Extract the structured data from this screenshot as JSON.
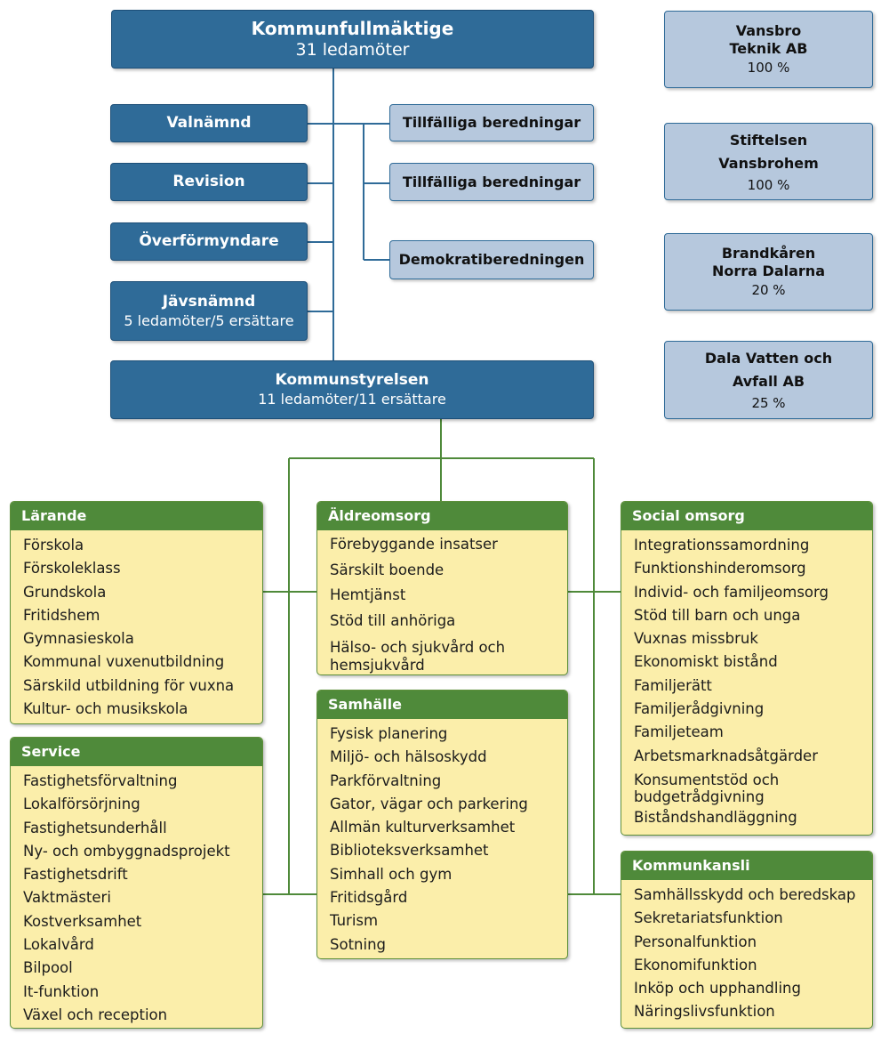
{
  "council": {
    "title": "Kommunfullmäktige",
    "sub": "31 ledamöter"
  },
  "left_boxes": [
    {
      "title": "Valnämnd"
    },
    {
      "title": "Revision"
    },
    {
      "title": "Överförmyndare"
    },
    {
      "title": "Jävsnämnd",
      "sub": "5 ledamöter/5 ersättare"
    }
  ],
  "right_boxes": [
    {
      "title": "Tillfälliga beredningar"
    },
    {
      "title": "Tillfälliga beredningar"
    },
    {
      "title": "Demokratiberedningen"
    }
  ],
  "companies": [
    {
      "line1": "Vansbro",
      "line2": "Teknik AB",
      "pct": "100 %"
    },
    {
      "line1": "Stiftelsen",
      "line2": "Vansbrohem",
      "pct": "100 %"
    },
    {
      "line1": "Brandkåren",
      "line2": "Norra Dalarna",
      "pct": "20 %"
    },
    {
      "line1": "Dala Vatten och",
      "line2": "Avfall AB",
      "pct": "25 %"
    }
  ],
  "board": {
    "title": "Kommunstyrelsen",
    "sub": "11 ledamöter/11 ersättare"
  },
  "categories": {
    "larande": {
      "title": "Lärande",
      "items": [
        "Förskola",
        "Förskoleklass",
        "Grundskola",
        "Fritidshem",
        "Gymnasieskola",
        "Kommunal vuxenutbildning",
        "Särskild utbildning för vuxna",
        "Kultur- och musikskola"
      ]
    },
    "service": {
      "title": "Service",
      "items": [
        "Fastighetsförvaltning",
        "Lokalförsörjning",
        "Fastighetsunderhåll",
        "Ny- och ombyggnadsprojekt",
        "Fastighetsdrift",
        "Vaktmästeri",
        "Kostverksamhet",
        "Lokalvård",
        "Bilpool",
        "It-funktion",
        "Växel och reception"
      ]
    },
    "aldreomsorg": {
      "title": "Äldreomsorg",
      "items": [
        "Förebyggande insatser",
        "Särskilt boende",
        "Hemtjänst",
        "Stöd till anhöriga",
        "Hälso- och sjukvård och",
        "hemsjukvård"
      ]
    },
    "samhalle": {
      "title": "Samhälle",
      "items": [
        "Fysisk planering",
        "Miljö- och hälsoskydd",
        "Parkförvaltning",
        "Gator, vägar och parkering",
        "Allmän kulturverksamhet",
        "Biblioteksverksamhet",
        "Simhall och gym",
        "Fritidsgård",
        "Turism",
        "Sotning"
      ]
    },
    "social": {
      "title": "Social omsorg",
      "items": [
        "Integrationssamordning",
        "Funktionshinderomsorg",
        "Individ- och familjeomsorg",
        "Stöd till barn och unga",
        "Vuxnas missbruk",
        "Ekonomiskt bistånd",
        "Familjerätt",
        "Familjerådgivning",
        "Familjeteam",
        "Arbetsmarknadsåtgärder",
        "Konsumentstöd och",
        "budgetrådgivning",
        "Biståndshandläggning"
      ]
    },
    "kansli": {
      "title": "Kommunkansli",
      "items": [
        "Samhällsskydd och beredskap",
        "Sekretariatsfunktion",
        "Personalfunktion",
        "Ekonomifunktion",
        "Inköp och upphandling",
        "Näringslivsfunktion"
      ]
    }
  },
  "colors": {
    "navy": "#2f6b98",
    "light_blue": "#b6c8dd",
    "green": "#4f8a3a",
    "yellow": "#fbeeaa"
  }
}
